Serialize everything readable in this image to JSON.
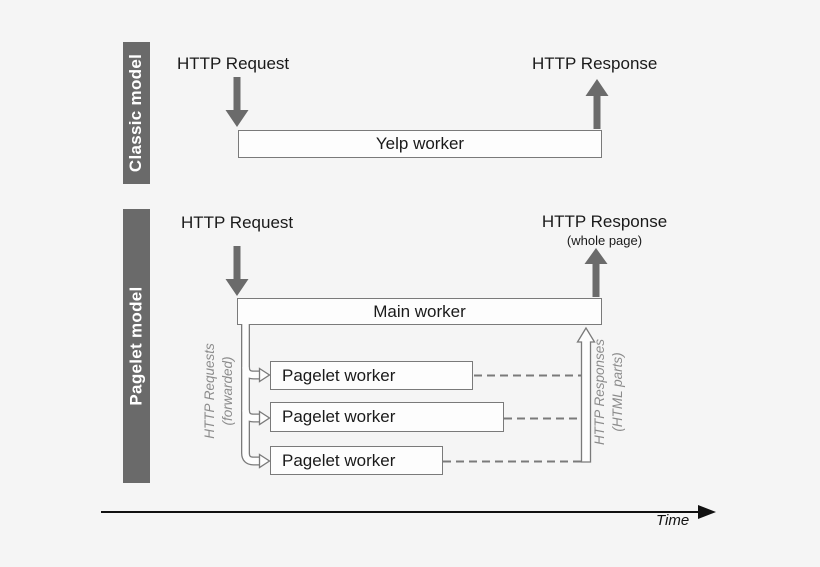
{
  "title": "Classic model vs Pagelet model request handling diagram",
  "colors": {
    "background": "#f5f5f5",
    "section_bar": "#6a6a6a",
    "solid_arrow": "#6b6b6b",
    "box_border": "#7a7a7a",
    "box_fill": "#fdfdfd",
    "dashed_line": "#7a7a7a",
    "text": "#1a1a1a",
    "side_label_text": "#8c8c8c",
    "axis": "#111111"
  },
  "classic": {
    "section_label": "Classic model",
    "request_label": "HTTP Request",
    "response_label": "HTTP Response",
    "worker_label": "Yelp worker"
  },
  "pagelet": {
    "section_label": "Pagelet model",
    "request_label": "HTTP Request",
    "response_label": "HTTP Response",
    "response_sublabel": "(whole page)",
    "main_worker_label": "Main worker",
    "workers": [
      "Pagelet worker",
      "Pagelet worker",
      "Pagelet worker"
    ],
    "requests_side_label": {
      "line1": "HTTP Requests",
      "line2": "(forwarded)"
    },
    "responses_side_label": {
      "line1": "HTTP Responses",
      "line2": "(HTML parts)"
    }
  },
  "axis": {
    "label": "Time"
  }
}
